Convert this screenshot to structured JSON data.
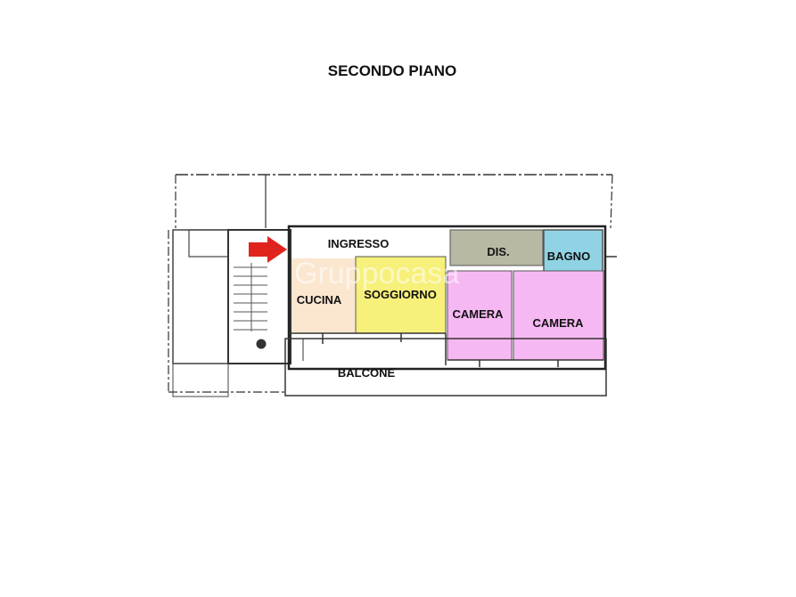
{
  "plan": {
    "title": "SECONDO PIANO",
    "watermark": "Gruppocasa",
    "rooms": [
      {
        "key": "ingresso",
        "label": "INGRESSO",
        "color": "#ffffff"
      },
      {
        "key": "dis",
        "label": "DIS.",
        "color": "#b9b8a3"
      },
      {
        "key": "bagno",
        "label": "BAGNO",
        "color": "#8fd3e4"
      },
      {
        "key": "cucina",
        "label": "CUCINA",
        "color": "#fbe6cf"
      },
      {
        "key": "soggiorno",
        "label": "SOGGIORNO",
        "color": "#f7f07a"
      },
      {
        "key": "camera1",
        "label": "CAMERA",
        "color": "#f6b8f2"
      },
      {
        "key": "camera2",
        "label": "CAMERA",
        "color": "#f6b8f2"
      },
      {
        "key": "balcone",
        "label": "BALCONE",
        "color": "#ffffff"
      }
    ],
    "entry_arrow": {
      "icon": "arrow-right-icon",
      "color": "#e0241d"
    }
  }
}
